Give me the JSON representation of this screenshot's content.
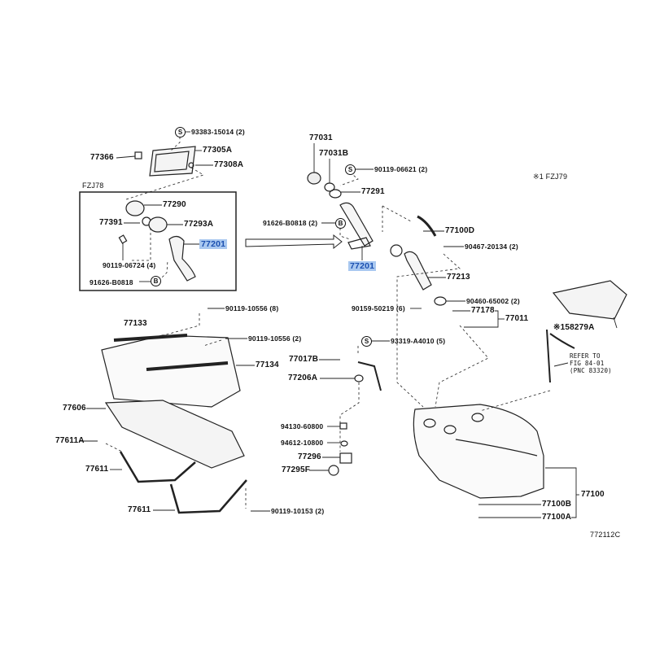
{
  "diagram": {
    "figure_id": "772112C",
    "highlighted_part": "77201",
    "box_label": "FZJ78",
    "footnote": "※1 FZJ79",
    "symbols": {
      "s": "S",
      "b": "B"
    },
    "refer_note": [
      "REFER TO",
      "FIG 84-01",
      "(PNC 83320)"
    ],
    "labels": {
      "p93383": "93383-15014 (2)",
      "p77366": "77366",
      "p77305A": "77305A",
      "p77308A": "77308A",
      "p77290": "77290",
      "p77391": "77391",
      "p77293A": "77293A",
      "p77201_left": "77201",
      "p90119_06724": "90119-06724 (4)",
      "p91626_left": "91626-B0818",
      "p77031": "77031",
      "p77031B": "77031B",
      "p90119_06621": "90119-06621 (2)",
      "p77291": "77291",
      "p91626_right": "91626-B0818 (2)",
      "p77100D": "77100D",
      "p90467": "90467-20134 (2)",
      "p77201_right": "77201",
      "p77213": "77213",
      "p90460": "90460-65002 (2)",
      "p90159": "90159-50219 (6)",
      "p77178": "77178",
      "p77011": "77011",
      "p58279A": "※158279A",
      "p90119_10556_8": "90119-10556 (8)",
      "p77133": "77133",
      "p90119_10556_2": "90119-10556 (2)",
      "p93319": "93319-A4010 (5)",
      "p77017B": "77017B",
      "p77134": "77134",
      "p77206A": "77206A",
      "p77606": "77606",
      "p94130": "94130-60800",
      "p77611A": "77611A",
      "p94612": "94612-10800",
      "p77296": "77296",
      "p77611_a": "77611",
      "p77295F": "77295F",
      "p77100": "77100",
      "p77100B": "77100B",
      "p77611_b": "77611",
      "p90119_10153": "90119-10153 (2)",
      "p77100A": "77100A"
    }
  }
}
